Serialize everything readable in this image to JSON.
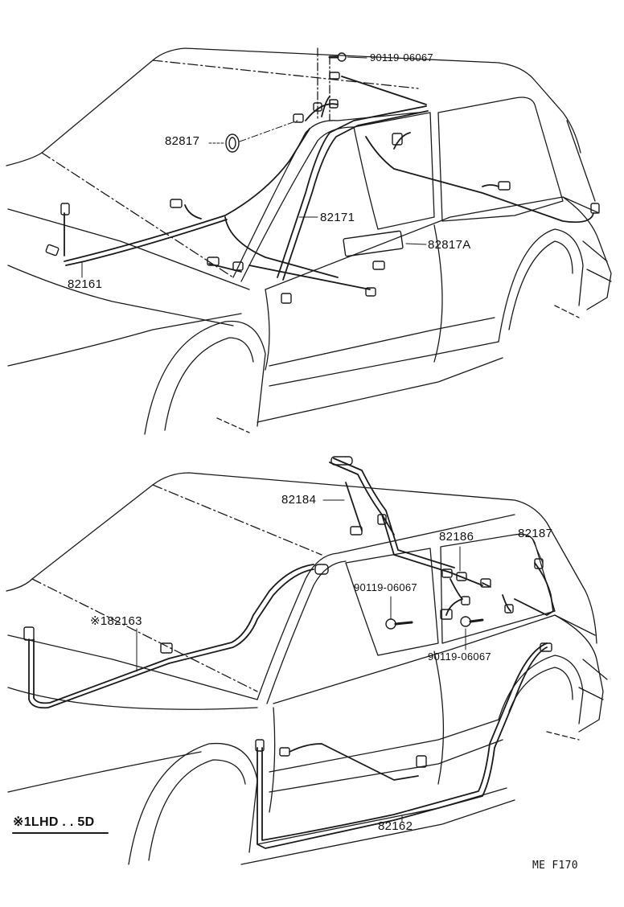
{
  "top_diagram": {
    "labels": {
      "clip_part": "90119-06067",
      "grommet": "82817",
      "roof_wire": "82171",
      "protector": "82817A",
      "floor_wire": "82161"
    }
  },
  "bottom_diagram": {
    "labels": {
      "roof_wire": "82184",
      "door_wire": "82186",
      "back_wire": "82187",
      "bolt_left": "90119-06067",
      "bolt_right": "90119-06067",
      "floor_wire_prefix": "※1",
      "floor_wire": "82163",
      "side_wire": "82162"
    }
  },
  "footnote": {
    "prefix": "※1",
    "text": "LHD . . 5D"
  },
  "figure_code": "ME  F170",
  "colors": {
    "line": "#1a1a1a",
    "background": "#ffffff"
  }
}
